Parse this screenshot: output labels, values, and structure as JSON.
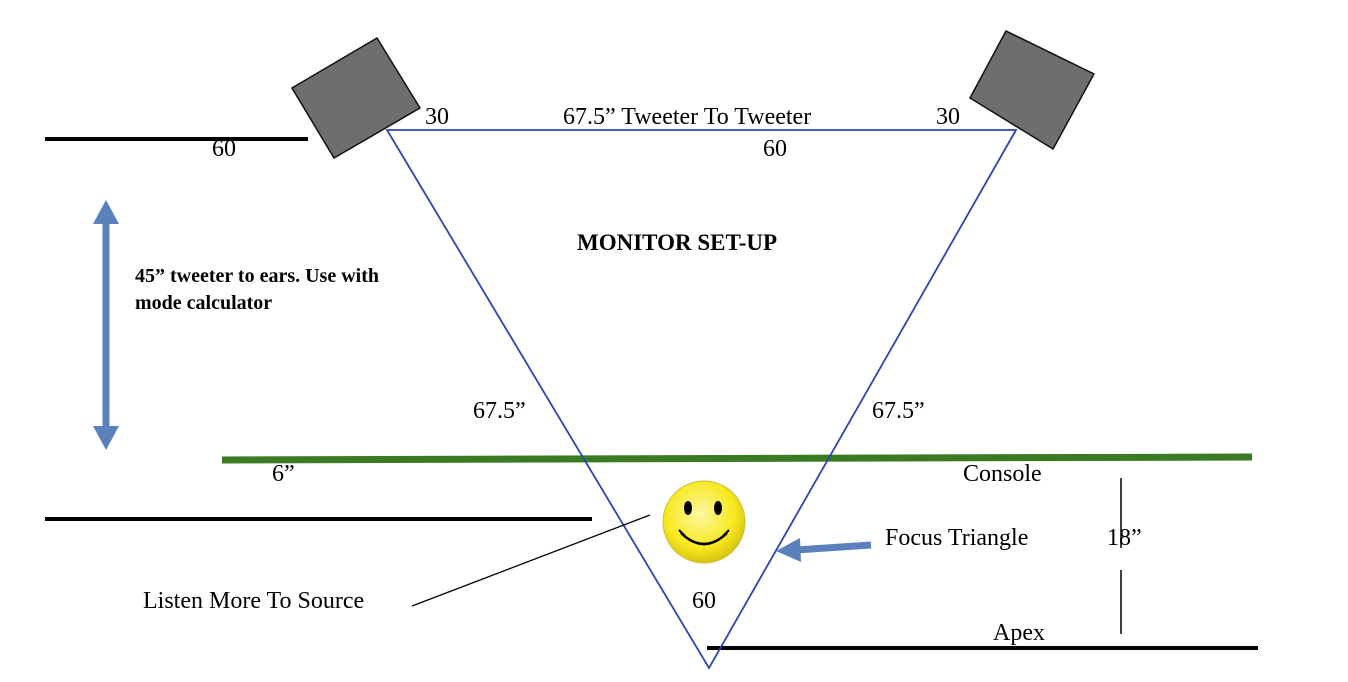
{
  "diagram": {
    "title": "MONITOR SET-UP",
    "top_label": "67.5” Tweeter To Tweeter",
    "left_side_label": "67.5”",
    "right_side_label": "67.5”",
    "angle_left_speaker": "30",
    "angle_right_speaker": "30",
    "angle_left_wall": "60",
    "angle_top_center": "60",
    "angle_apex": "60",
    "note_line1": "45” tweeter to ears. Use with",
    "note_line2": "mode calculator",
    "console_offset": "6”",
    "console_label": "Console",
    "focus_label": "Focus Triangle",
    "focus_distance": "18”",
    "apex_label": "Apex",
    "listen_label": "Listen More To Source"
  },
  "colors": {
    "triangle": "#2b45b8",
    "console": "#3a7a23",
    "arrow": "#5b81bd",
    "speaker": "#6e6e6e",
    "face": "#f7e81e"
  },
  "icons": {
    "speakers": "speaker-box-icon",
    "listener": "smiley-face-icon",
    "double_arrow": "double-arrow-icon",
    "pointer": "arrow-left-icon"
  }
}
